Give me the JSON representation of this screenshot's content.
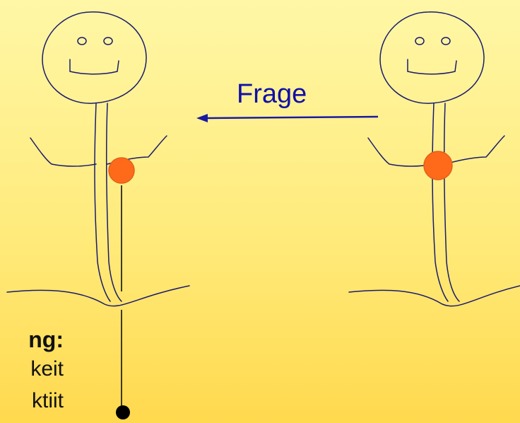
{
  "arrow_label": "Frage",
  "text_fragments": {
    "heading": "ng:",
    "line1": "keit",
    "line2": "ktiit"
  },
  "colors": {
    "background_top": "#FFF7A6",
    "background_bottom": "#FFD94E",
    "figure_stroke": "#1A1A6E",
    "arrow": "#1A1AA0",
    "heart_dot": "#FF6A1A",
    "heart_dot_edge": "#E0601A",
    "line": "#000000"
  }
}
